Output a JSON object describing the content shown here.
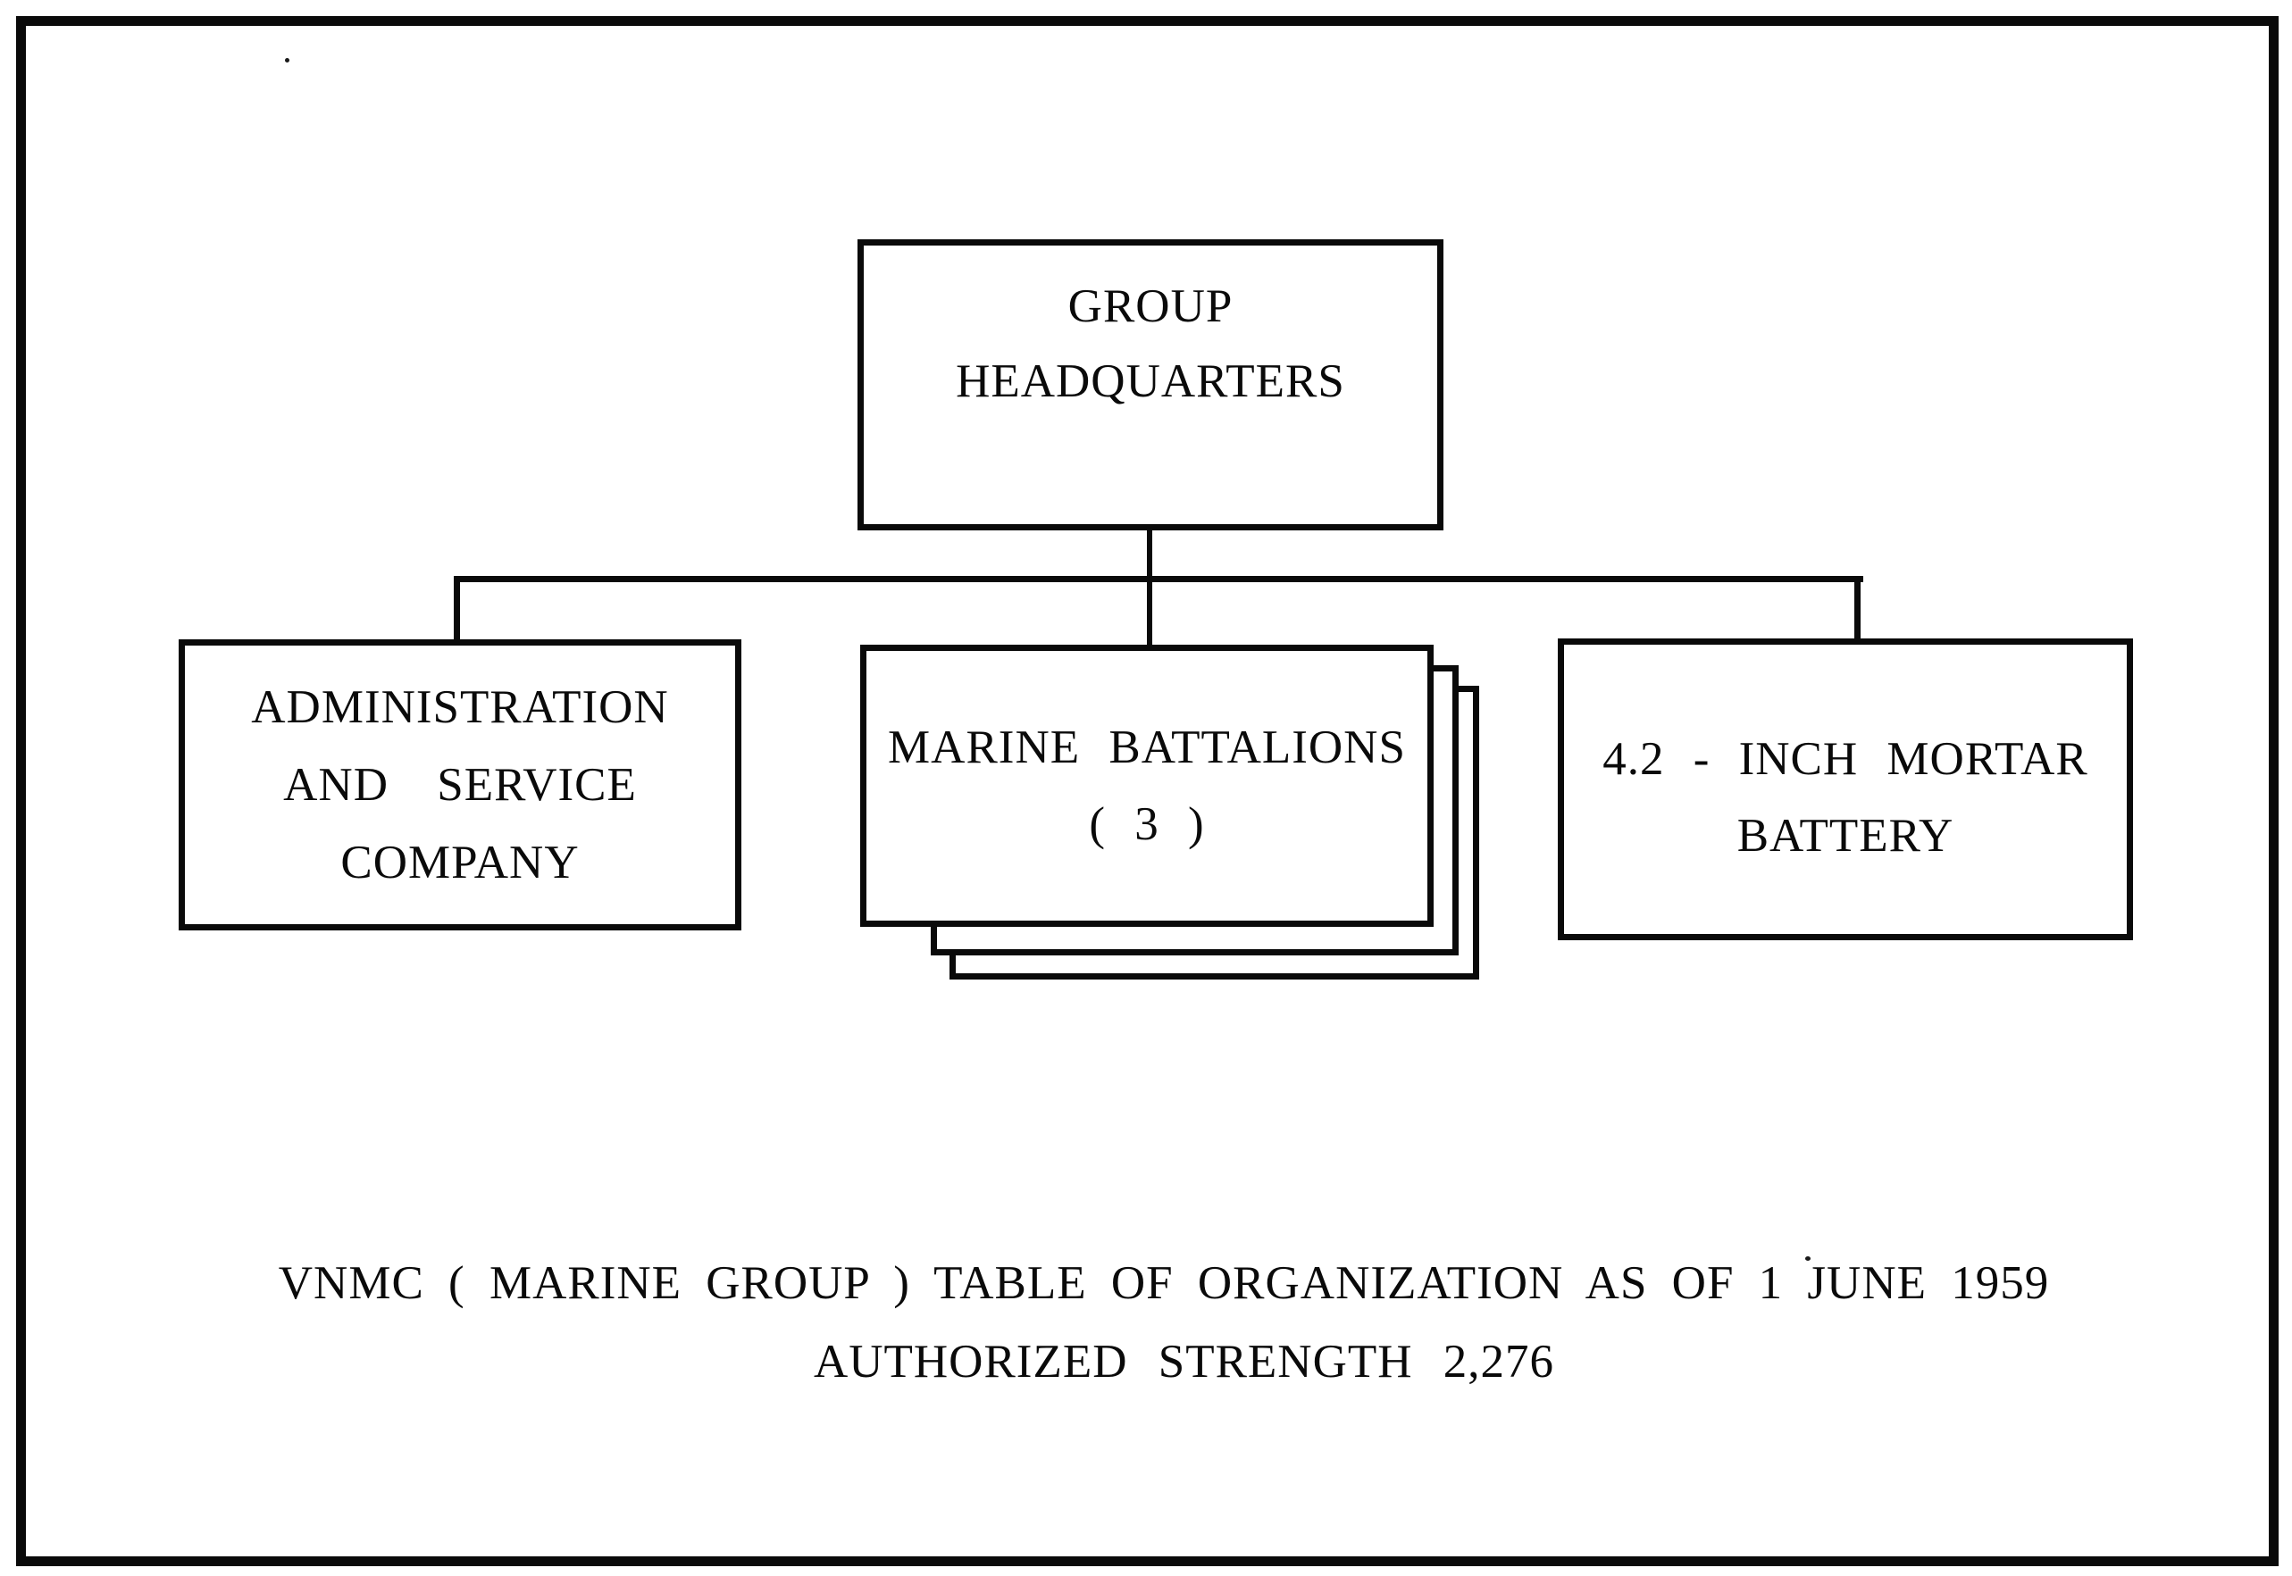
{
  "colors": {
    "ink": "#0a0a0a",
    "paper": "#ffffff"
  },
  "org_chart": {
    "group_headquarters": {
      "line1": "GROUP",
      "line2": "HEADQUARTERS"
    },
    "admin_service_company": {
      "line1": "ADMINISTRATION",
      "line2": "AND SERVICE",
      "line3": "COMPANY"
    },
    "marine_battalions": {
      "line1": "MARINE BATTALIONS",
      "line2": "( 3 )"
    },
    "mortar_battery": {
      "line1": "4.2 - INCH MORTAR",
      "line2": "BATTERY"
    }
  },
  "caption": {
    "line1": "VNMC ( MARINE GROUP ) TABLE OF ORGANIZATION AS OF 1 JUNE 1959",
    "line2": "AUTHORIZED STRENGTH 2,276"
  }
}
